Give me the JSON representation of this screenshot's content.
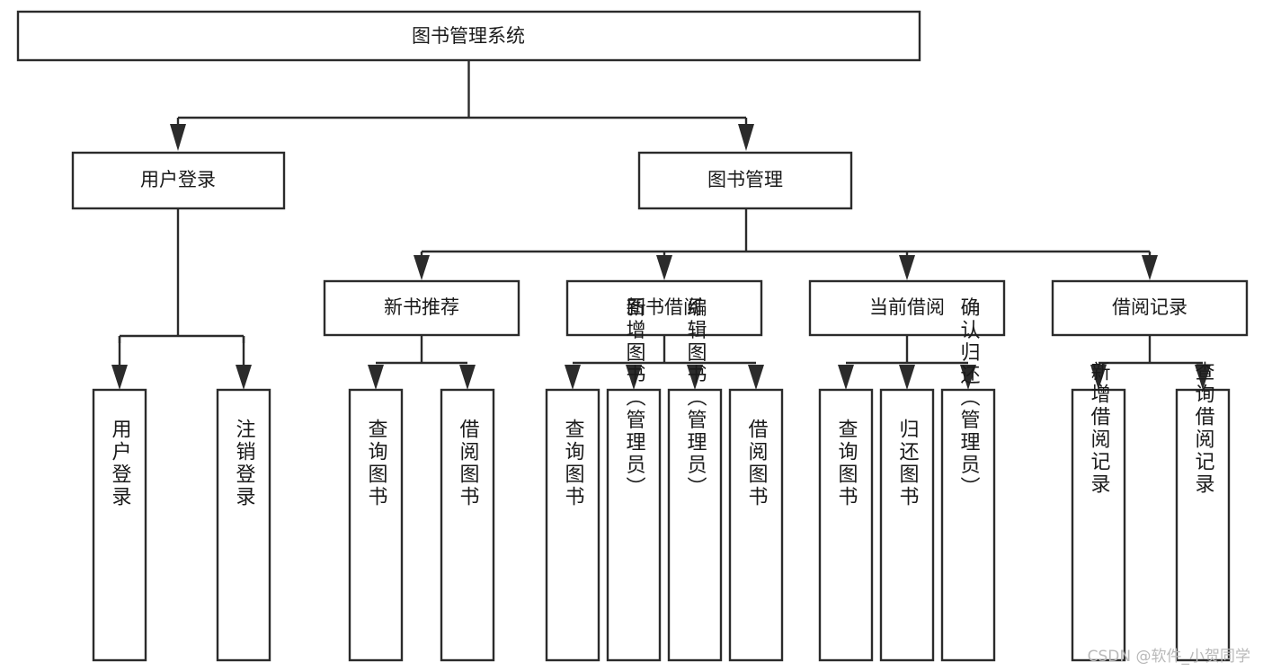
{
  "diagram": {
    "title": "图书管理系统",
    "type": "tree-hierarchy-chart",
    "watermark": "CSDN @软件_小贺同学",
    "root": {
      "label": "图书管理系统",
      "orientation": "horizontal"
    },
    "level2": [
      {
        "label": "用户登录",
        "orientation": "horizontal"
      },
      {
        "label": "图书管理",
        "orientation": "horizontal"
      }
    ],
    "level3": [
      {
        "label": "新书推荐",
        "orientation": "horizontal"
      },
      {
        "label": "图书借阅",
        "orientation": "horizontal"
      },
      {
        "label": "当前借阅",
        "orientation": "horizontal"
      },
      {
        "label": "借阅记录",
        "orientation": "horizontal"
      }
    ],
    "leaves": {
      "user_login": [
        {
          "label": "用户登录",
          "orientation": "vertical"
        },
        {
          "label": "注销登录",
          "orientation": "vertical"
        }
      ],
      "new_book_recommend": [
        {
          "label": "查询图书",
          "orientation": "vertical"
        },
        {
          "label": "借阅图书",
          "orientation": "vertical"
        }
      ],
      "book_borrow": [
        {
          "label": "查询图书",
          "orientation": "vertical"
        },
        {
          "label": "新增图书（管理员）",
          "orientation": "vertical"
        },
        {
          "label": "编辑图书（管理员）",
          "orientation": "vertical"
        },
        {
          "label": "借阅图书",
          "orientation": "vertical"
        }
      ],
      "current_borrow": [
        {
          "label": "查询图书",
          "orientation": "vertical"
        },
        {
          "label": "归还图书",
          "orientation": "vertical"
        },
        {
          "label": "确认归还（管理员）",
          "orientation": "vertical"
        }
      ],
      "borrow_record": [
        {
          "label": "新增借阅记录",
          "orientation": "vertical"
        },
        {
          "label": "查询借阅记录",
          "orientation": "vertical"
        }
      ]
    },
    "colors": {
      "box_stroke": "#2b2b2b",
      "box_fill": "#ffffff",
      "text": "#1a1a1a",
      "background": "#ffffff",
      "watermark": "#b9b9b9"
    }
  }
}
